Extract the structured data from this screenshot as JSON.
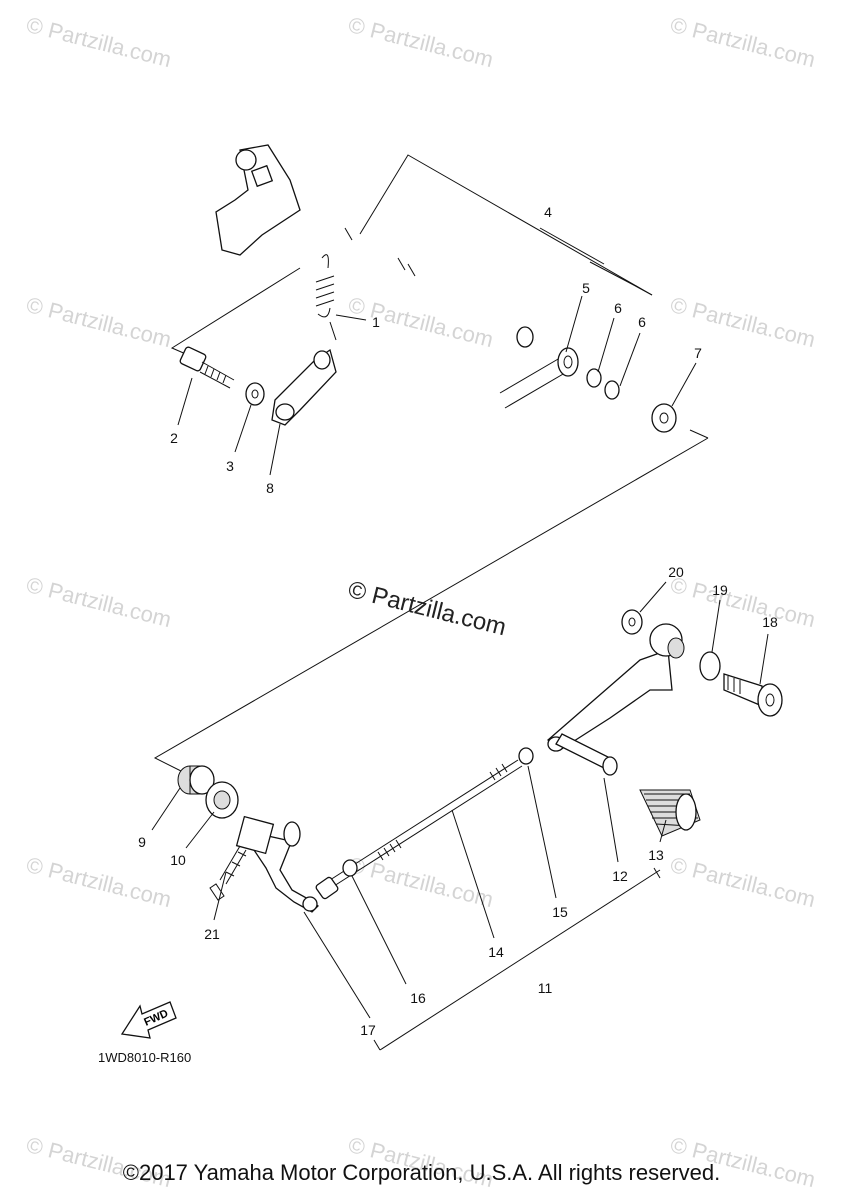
{
  "watermark": "© Partzilla.com",
  "center_watermark": "© Partzilla.com",
  "callouts": {
    "c1": "1",
    "c2": "2",
    "c3": "3",
    "c4": "4",
    "c5": "5",
    "c6a": "6",
    "c6b": "6",
    "c7": "7",
    "c8": "8",
    "c9": "9",
    "c10": "10",
    "c11": "11",
    "c12": "12",
    "c13": "13",
    "c14": "14",
    "c15": "15",
    "c16": "16",
    "c17": "17",
    "c18": "18",
    "c19": "19",
    "c20": "20",
    "c21": "21"
  },
  "fwd_label": "FWD",
  "diagram_code": "1WD8010-R160",
  "copyright": "©2017 Yamaha Motor Corporation, U.S.A. All rights reserved."
}
